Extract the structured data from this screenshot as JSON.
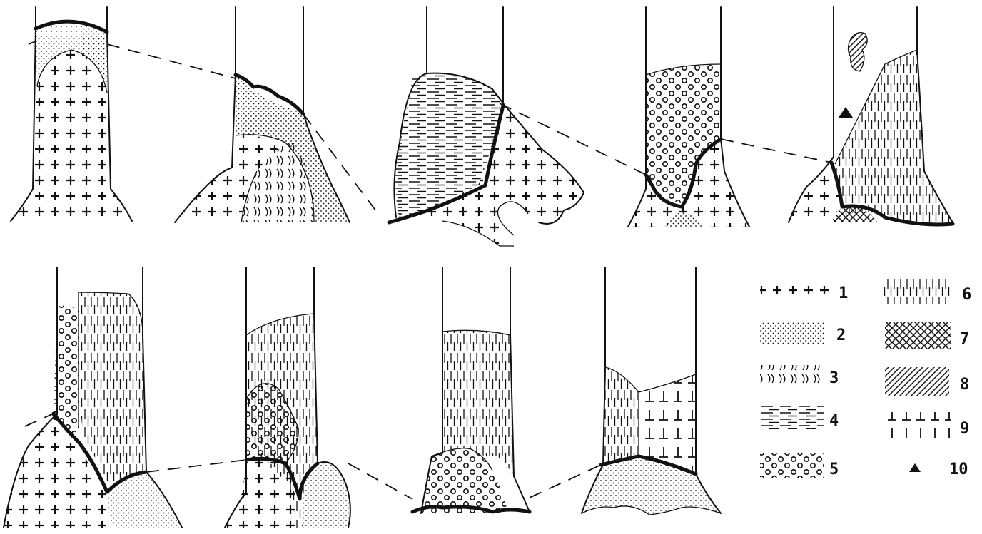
{
  "legend": [
    {
      "id": "1",
      "label": "1",
      "pattern": "crosses"
    },
    {
      "id": "2",
      "label": "2",
      "pattern": "dots"
    },
    {
      "id": "3",
      "label": "3",
      "pattern": "arcs"
    },
    {
      "id": "4",
      "label": "4",
      "pattern": "horizontal-dashes"
    },
    {
      "id": "5",
      "label": "5",
      "pattern": "circles"
    },
    {
      "id": "6",
      "label": "6",
      "pattern": "vertical-dashes"
    },
    {
      "id": "7",
      "label": "7",
      "pattern": "crosshatch"
    },
    {
      "id": "8",
      "label": "8",
      "pattern": "diagonal-lines"
    },
    {
      "id": "9",
      "label": "9",
      "pattern": "inverted-t"
    },
    {
      "id": "10",
      "label": "10",
      "pattern": "triangle"
    }
  ],
  "colors": {
    "ink": "#111111",
    "paper": "#ffffff"
  }
}
